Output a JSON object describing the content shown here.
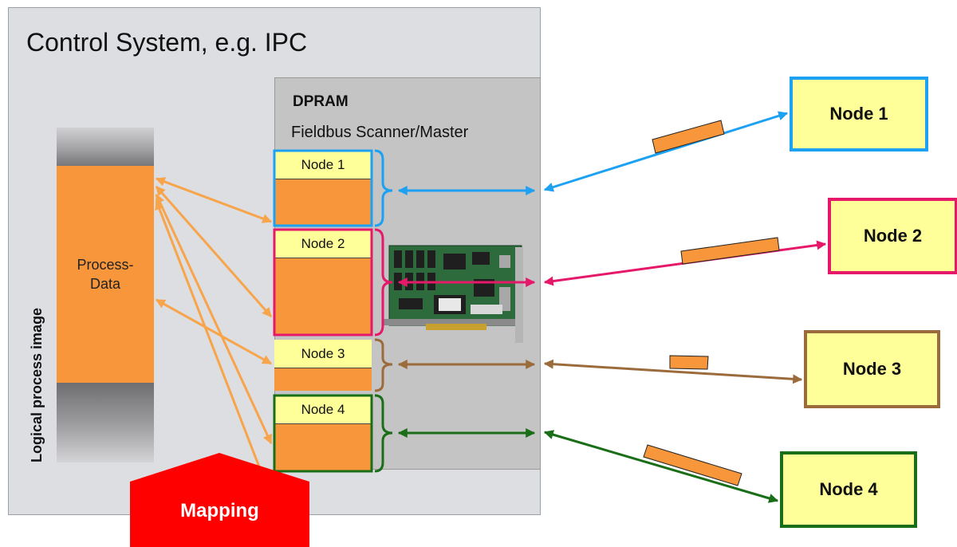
{
  "control_system": {
    "title": "Control System, e.g. IPC"
  },
  "dpram": {
    "title": "DPRAM",
    "subtitle": "Fieldbus Scanner/Master"
  },
  "process_image": {
    "axis_label": "Logical process image",
    "line1": "Process-",
    "line2": "Data"
  },
  "slots": [
    {
      "label": "Node 1",
      "color": "#1da1f2"
    },
    {
      "label": "Node 2",
      "color": "#e5186a"
    },
    {
      "label": "Node 3",
      "color": "#9c6b3c"
    },
    {
      "label": "Node 4",
      "color": "#1a6e17"
    }
  ],
  "nodes": [
    {
      "label": "Node 1",
      "color": "#1da1f2"
    },
    {
      "label": "Node 2",
      "color": "#e5186a"
    },
    {
      "label": "Node 3",
      "color": "#9c6b3c"
    },
    {
      "label": "Node 4",
      "color": "#1a6e17"
    }
  ],
  "mapping": {
    "label": "Mapping",
    "color": "#ff0000"
  },
  "colors": {
    "orange": "#f7963a",
    "yellow": "#ffff99",
    "mapping_arrow": "#f7a44a"
  }
}
